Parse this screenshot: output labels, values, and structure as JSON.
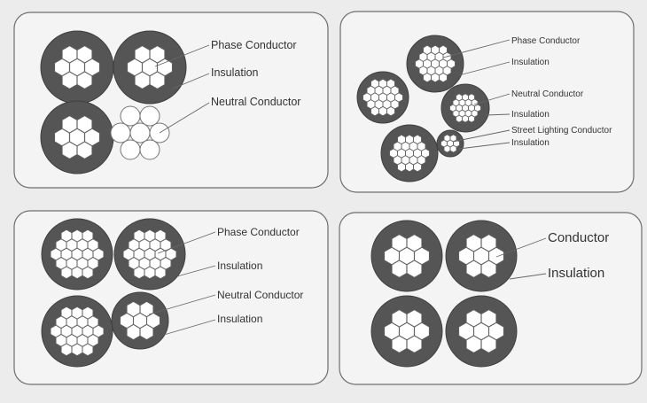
{
  "panels": [
    {
      "id": "panel-1",
      "labels": [
        "Phase Conductor",
        "Insulation",
        "Neutral Conductor"
      ]
    },
    {
      "id": "panel-2",
      "labels": [
        "Phase Conductor",
        "Insulation",
        "Neutral Conductor",
        "Insulation",
        "Street Lighting Conductor",
        "Insulation"
      ]
    },
    {
      "id": "panel-3",
      "labels": [
        "Phase Conductor",
        "Insulation",
        "Neutral Conductor",
        "Insulation"
      ]
    },
    {
      "id": "panel-4",
      "labels": [
        "Conductor",
        "Insulation"
      ]
    }
  ],
  "colors": {
    "background": "#ececec",
    "panel_fill": "#f4f4f4",
    "panel_border": "#6e6e6e",
    "insulation": "#555555",
    "strand": "#ffffff",
    "leader": "#666666",
    "text": "#333333"
  }
}
